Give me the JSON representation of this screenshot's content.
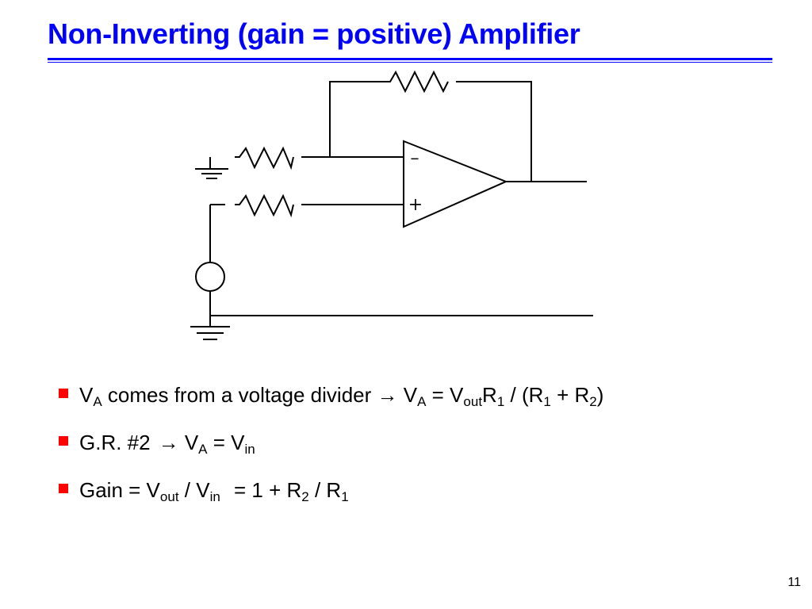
{
  "slide": {
    "title": "Non-Inverting (gain = positive) Amplifier",
    "page_number": "11"
  },
  "circuit": {
    "opamp_minus_label": "–",
    "opamp_plus_label": "+"
  },
  "bullets": {
    "b1": {
      "va": "V",
      "va_sub": "A",
      "text": " comes from a voltage divider ",
      "arrow": "→",
      "va2": " V",
      "va2_sub": "A",
      "eq": " = V",
      "vout_sub": "out",
      "r1": "R",
      "r1_sub": "1",
      "div": " / (R",
      "r1b_sub": "1",
      "plus": " + R",
      "r2_sub": "2",
      "close": ")"
    },
    "b2": {
      "gr": "G.R. #2",
      "arrow": "→",
      "va": " V",
      "va_sub": "A",
      "eq": " = V",
      "vin_sub": "in"
    },
    "b3": {
      "gain": "Gain",
      "eq": " = V",
      "vout_sub": "out",
      "div": " / V",
      "vin_sub": "in",
      "rhs": " = 1 + R",
      "r2_sub": "2",
      "div2": " / R",
      "r1_sub": "1"
    }
  },
  "colors": {
    "title": "#0000ff",
    "bullet_marker": "#ff0000",
    "wire": "#000000"
  }
}
